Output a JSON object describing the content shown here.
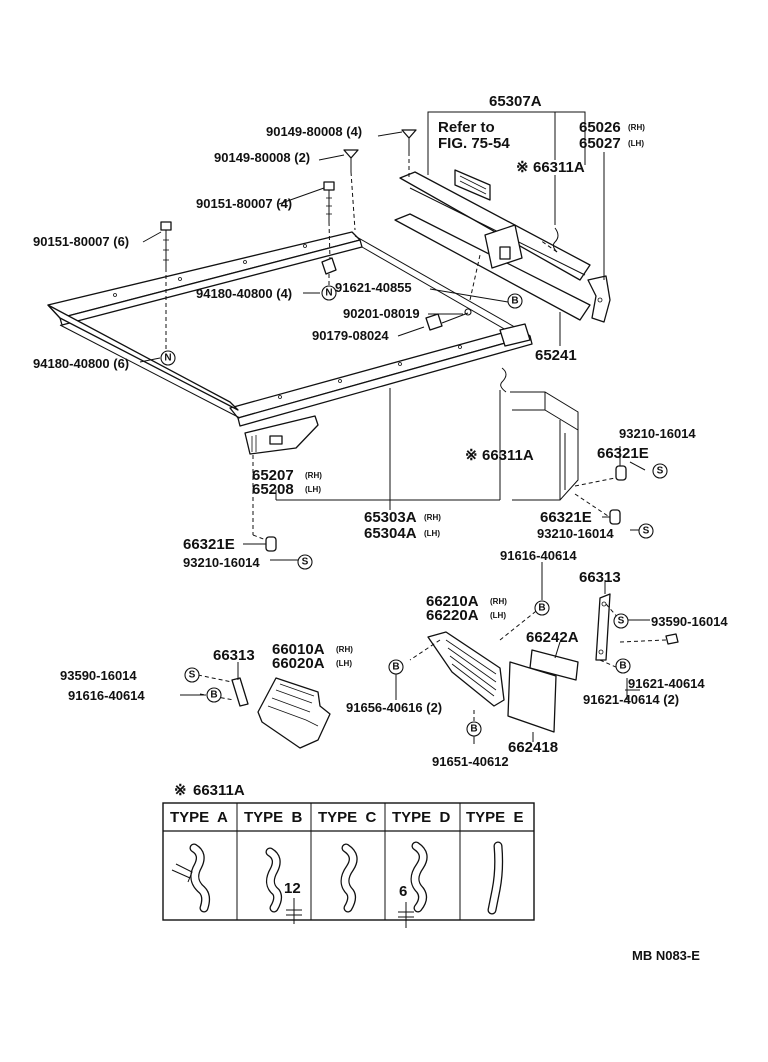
{
  "labels": {
    "p65307A": "65307A",
    "refer_to": "Refer to",
    "fig": "FIG. 75-54",
    "p65026": "65026",
    "p65027": "65027",
    "rh": "(RH)",
    "lh": "(LH)",
    "p66311A_top": "66311A",
    "p90149_80008_a": "90149-80008 (4)",
    "p90149_80008_b": "90149-80008 (2)",
    "p90151_80007_4": "90151-80007 (4)",
    "p90151_80007_6": "90151-80007 (6)",
    "p94180_40800_4": "94180-40800 (4)",
    "p94180_40800_6": "94180-40800 (6)",
    "p91621_40855": "91621-40855",
    "p90201_08019": "90201-08019",
    "p90179_08024": "90179-08024",
    "p65241": "65241",
    "p66311A_mid": "66311A",
    "p65207": "65207",
    "p65208": "65208",
    "p65303A": "65303A",
    "p65304A": "65304A",
    "rh_sm": "(RH)",
    "lh_sm": "(LH)",
    "p93210_16014_a": "93210-16014",
    "p66321E_a": "66321E",
    "p66321E_b": "66321E",
    "p93210_16014_b": "93210-16014",
    "p66321E_c": "66321E",
    "p93210_16014_c": "93210-16014",
    "p91616_40614_a": "91616-40614",
    "p66210A": "66210A",
    "p66220A": "66220A",
    "p66313_a": "66313",
    "p93590_16014_a": "93590-16014",
    "p66242A": "66242A",
    "p91621_40614": "91621-40614",
    "p91621_40614_2": "91621-40614 (2)",
    "p66313_b": "66313",
    "p66010A": "66010A",
    "p66020A": "66020A",
    "p93590_16014_b": "93590-16014",
    "p91616_40614_b": "91616-40614",
    "p91656_40616": "91656-40616 (2)",
    "p662418": "662418",
    "p91651_40612": "91651-40612",
    "p66311A_table": "66311A",
    "ref": "MB N083-E"
  },
  "symbols": {
    "asterisk": "※",
    "n": "N",
    "b": "B",
    "s": "S"
  },
  "type_table": {
    "headers": [
      "TYPE  A",
      "TYPE  B",
      "TYPE  C",
      "TYPE  D",
      "TYPE  E"
    ],
    "dim_b": "12",
    "dim_d": "6"
  }
}
